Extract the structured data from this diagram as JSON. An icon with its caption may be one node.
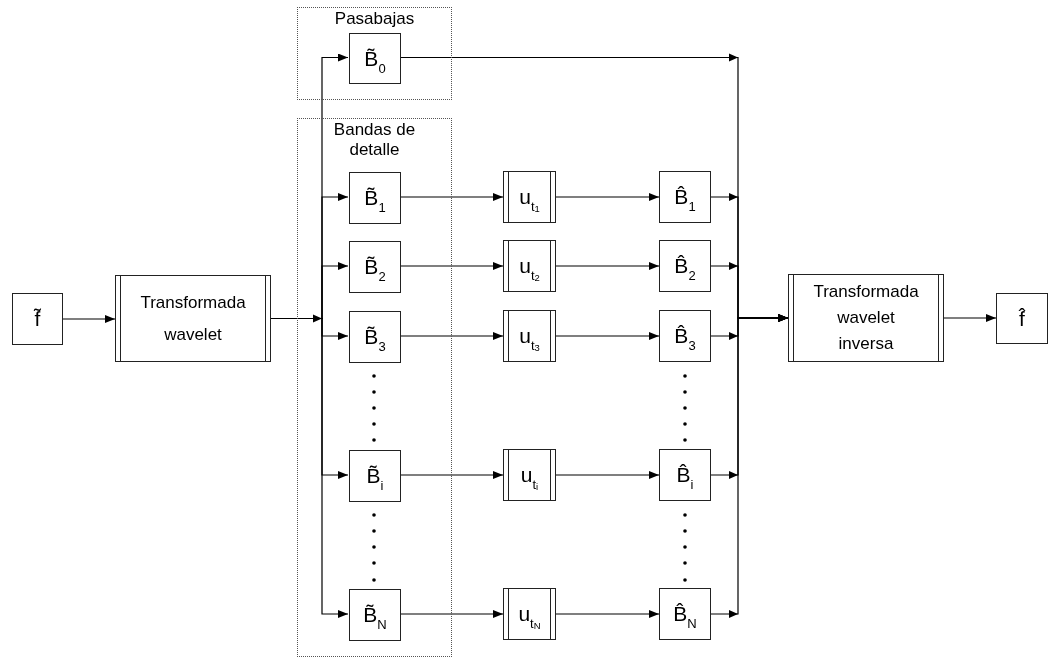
{
  "diagram": {
    "nodes": [
      {
        "text": [
          "f̃"
        ]
      },
      {
        "text": [
          "Transformada wavelet"
        ]
      },
      {
        "text": [
          "Pasabajas"
        ]
      },
      {
        "text": [
          "B̃$_{0}$"
        ],
        "in": 2
      },
      {
        "text": [
          "Bandas de detalle"
        ]
      },
      {
        "text": [
          "B̃$_{1}$"
        ],
        "in": 4
      },
      {
        "text": [
          "B̃$_{2}$"
        ],
        "in": 4
      },
      {
        "text": [
          "B̃$_{3}$"
        ],
        "in": 4
      },
      {
        "text": [
          "B̃$_{i}$"
        ],
        "in": 4
      },
      {
        "text": [
          "B̃$_{N}$"
        ],
        "in": 4
      },
      {
        "text": [
          "u$_{t}$$_{1}$"
        ]
      },
      {
        "text": [
          "u$_{t}$$_{2}$"
        ]
      },
      {
        "text": [
          "u$_{t}$$_{3}$"
        ]
      },
      {
        "text": [
          "u$_{t}$$_{i}$"
        ]
      },
      {
        "text": [
          "u$_{t}$$_{N}$"
        ]
      },
      {
        "text": [
          "B̂$_{1}$"
        ]
      },
      {
        "text": [
          "B̂$_{2}$"
        ]
      },
      {
        "text": [
          "B̂$_{3}$"
        ]
      },
      {
        "text": [
          "B̂$_{i}$"
        ]
      },
      {
        "text": [
          "B̂$_{N}$"
        ]
      },
      {
        "text": [
          "Transformada wavelet inversa"
        ]
      },
      {
        "text": [
          "f̂"
        ]
      }
    ],
    "edges": [
      {
        "from": 0,
        "to": 1,
        "arrow": "to"
      },
      {
        "from": 1,
        "to": 3,
        "arrow": "to"
      },
      {
        "from": 1,
        "to": 5,
        "arrow": "to"
      },
      {
        "from": 1,
        "to": 6,
        "arrow": "to"
      },
      {
        "from": 1,
        "to": 7,
        "arrow": "to"
      },
      {
        "from": 1,
        "to": 8,
        "arrow": "to"
      },
      {
        "from": 1,
        "to": 9,
        "arrow": "to"
      },
      {
        "from": 5,
        "to": 10,
        "arrow": "to"
      },
      {
        "from": 6,
        "to": 11,
        "arrow": "to"
      },
      {
        "from": 7,
        "to": 12,
        "arrow": "to"
      },
      {
        "from": 8,
        "to": 13,
        "arrow": "to"
      },
      {
        "from": 9,
        "to": 14,
        "arrow": "to"
      },
      {
        "from": 10,
        "to": 15,
        "arrow": "to"
      },
      {
        "from": 11,
        "to": 16,
        "arrow": "to"
      },
      {
        "from": 12,
        "to": 17,
        "arrow": "to"
      },
      {
        "from": 13,
        "to": 18,
        "arrow": "to"
      },
      {
        "from": 14,
        "to": 19,
        "arrow": "to"
      },
      {
        "from": 3,
        "to": 20,
        "arrow": "to"
      },
      {
        "from": 15,
        "to": 20,
        "arrow": "to"
      },
      {
        "from": 16,
        "to": 20,
        "arrow": "to"
      },
      {
        "from": 17,
        "to": 20,
        "arrow": "to"
      },
      {
        "from": 18,
        "to": 20,
        "arrow": "to"
      },
      {
        "from": 19,
        "to": 20,
        "arrow": "to"
      },
      {
        "from": 20,
        "to": 21,
        "arrow": "to"
      }
    ]
  }
}
